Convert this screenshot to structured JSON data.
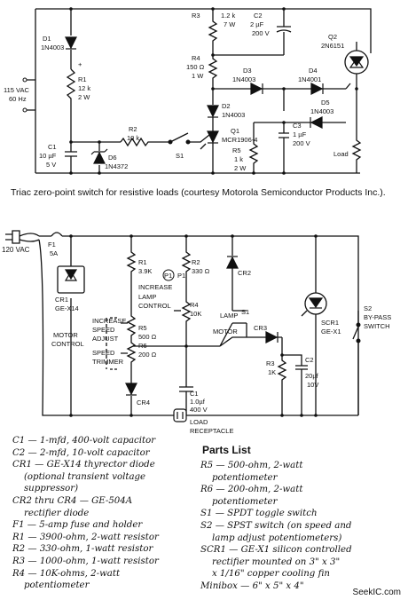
{
  "top_circuit": {
    "source": {
      "volts": "115 VAC",
      "freq": "60 Hz"
    },
    "D1": {
      "ref": "D1",
      "part": "1N4003"
    },
    "R1": {
      "ref": "R1",
      "val": "12 k",
      "watt": "2 W"
    },
    "C1": {
      "ref": "C1",
      "val": "10 µF",
      "volt": "5 V"
    },
    "D6": {
      "ref": "D6",
      "part": "1N4372"
    },
    "R2": {
      "ref": "R2",
      "val": "10 k"
    },
    "S1": {
      "ref": "S1"
    },
    "R3": {
      "ref": "R3",
      "val": "1.2 k",
      "watt": "7 W"
    },
    "C2": {
      "ref": "C2",
      "val": "2 µF",
      "volt": "200 V"
    },
    "R4": {
      "ref": "R4",
      "val": "150 Ω",
      "watt": "1 W"
    },
    "D3": {
      "ref": "D3",
      "part": "1N4003"
    },
    "D4": {
      "ref": "D4",
      "part": "1N4001"
    },
    "D2": {
      "ref": "D2",
      "part": "1N4003"
    },
    "D5": {
      "ref": "D5",
      "part": "1N4003"
    },
    "Q1": {
      "ref": "Q1",
      "part": "MCR1906-4"
    },
    "Q2": {
      "ref": "Q2",
      "part": "2N6151"
    },
    "C3": {
      "ref": "C3",
      "val": "1 µF",
      "volt": "200 V"
    },
    "R5": {
      "ref": "R5",
      "val": "1 k",
      "watt": "2 W"
    },
    "load": "Load"
  },
  "caption": "Triac zero-point switch for resistive loads (courtesy Motorola Semiconductor Products Inc.).",
  "bottom_circuit": {
    "source": "120 VAC",
    "F1": {
      "ref": "F1",
      "val": "5A"
    },
    "CR1": {
      "ref": "CR1",
      "part": "GE-X14"
    },
    "motor_control": [
      "MOTOR",
      "CONTROL"
    ],
    "R1": {
      "ref": "R1",
      "val": "3.9K"
    },
    "R2": {
      "ref": "R2",
      "val": "330 Ω"
    },
    "CR2": "CR2",
    "lamp_control": [
      "INCREASE",
      "LAMP",
      "CONTROL"
    ],
    "P1": {
      "a": "P1",
      "b": "P1"
    },
    "R4": {
      "ref": "R4",
      "val": "10K"
    },
    "speed": [
      "INCREASE",
      "SPEED",
      "ADJUST"
    ],
    "trimmer": [
      "SPEED",
      "TRIMMER"
    ],
    "R5": {
      "ref": "R5",
      "val": "500 Ω"
    },
    "R6": {
      "ref": "R6",
      "val": "200 Ω"
    },
    "CR4": "CR4",
    "S1": {
      "ref": "S1",
      "lamp": "LAMP",
      "motor": "MOTOR"
    },
    "CR3": "CR3",
    "R3": {
      "ref": "R3",
      "val": "1K"
    },
    "C2": {
      "ref": "C2",
      "val": "20µf",
      "volt": "10V"
    },
    "C1": {
      "ref": "C1",
      "val": "1.0µf",
      "volt": "400 V"
    },
    "SCR1": {
      "ref": "SCR1",
      "part": "GE-X1"
    },
    "S2": [
      "S2",
      "BY-PASS",
      "SWITCH"
    ],
    "receptacle": [
      "LOAD",
      "RECEPTACLE"
    ]
  },
  "parts_title": "Parts List",
  "parts_left": [
    "C1 — 1-mfd, 400-volt capacitor",
    "C2 — 2-mfd, 10-volt capacitor",
    "CR1 — GE-X14 thyrector diode",
    "    (optional transient voltage",
    "    suppressor)",
    "CR2 thru CR4 — GE-504A",
    "    rectifier diode",
    "F1 — 5-amp fuse and holder",
    "R1 — 3900-ohm, 2-watt resistor",
    "R2 — 330-ohm, 1-watt resistor",
    "R3 — 1000-ohm, 1-watt resistor",
    "R4 — 10K-ohms, 2-watt",
    "    potentiometer"
  ],
  "parts_right": [
    "R5 — 500-ohm, 2-watt",
    "    potentiometer",
    "R6 — 200-ohm, 2-watt",
    "    potentiometer",
    "S1 — SPDT toggle switch",
    "S2 — SPST switch (on speed and",
    "    lamp adjust potentiometers)",
    "SCR1 — GE-X1 silicon controlled",
    "    rectifier mounted on 3\" x 3\"",
    "    x 1/16\" copper cooling fin",
    "Minibox — 6\" x 5\" x 4\""
  ],
  "watermark": "SeekIC.com"
}
